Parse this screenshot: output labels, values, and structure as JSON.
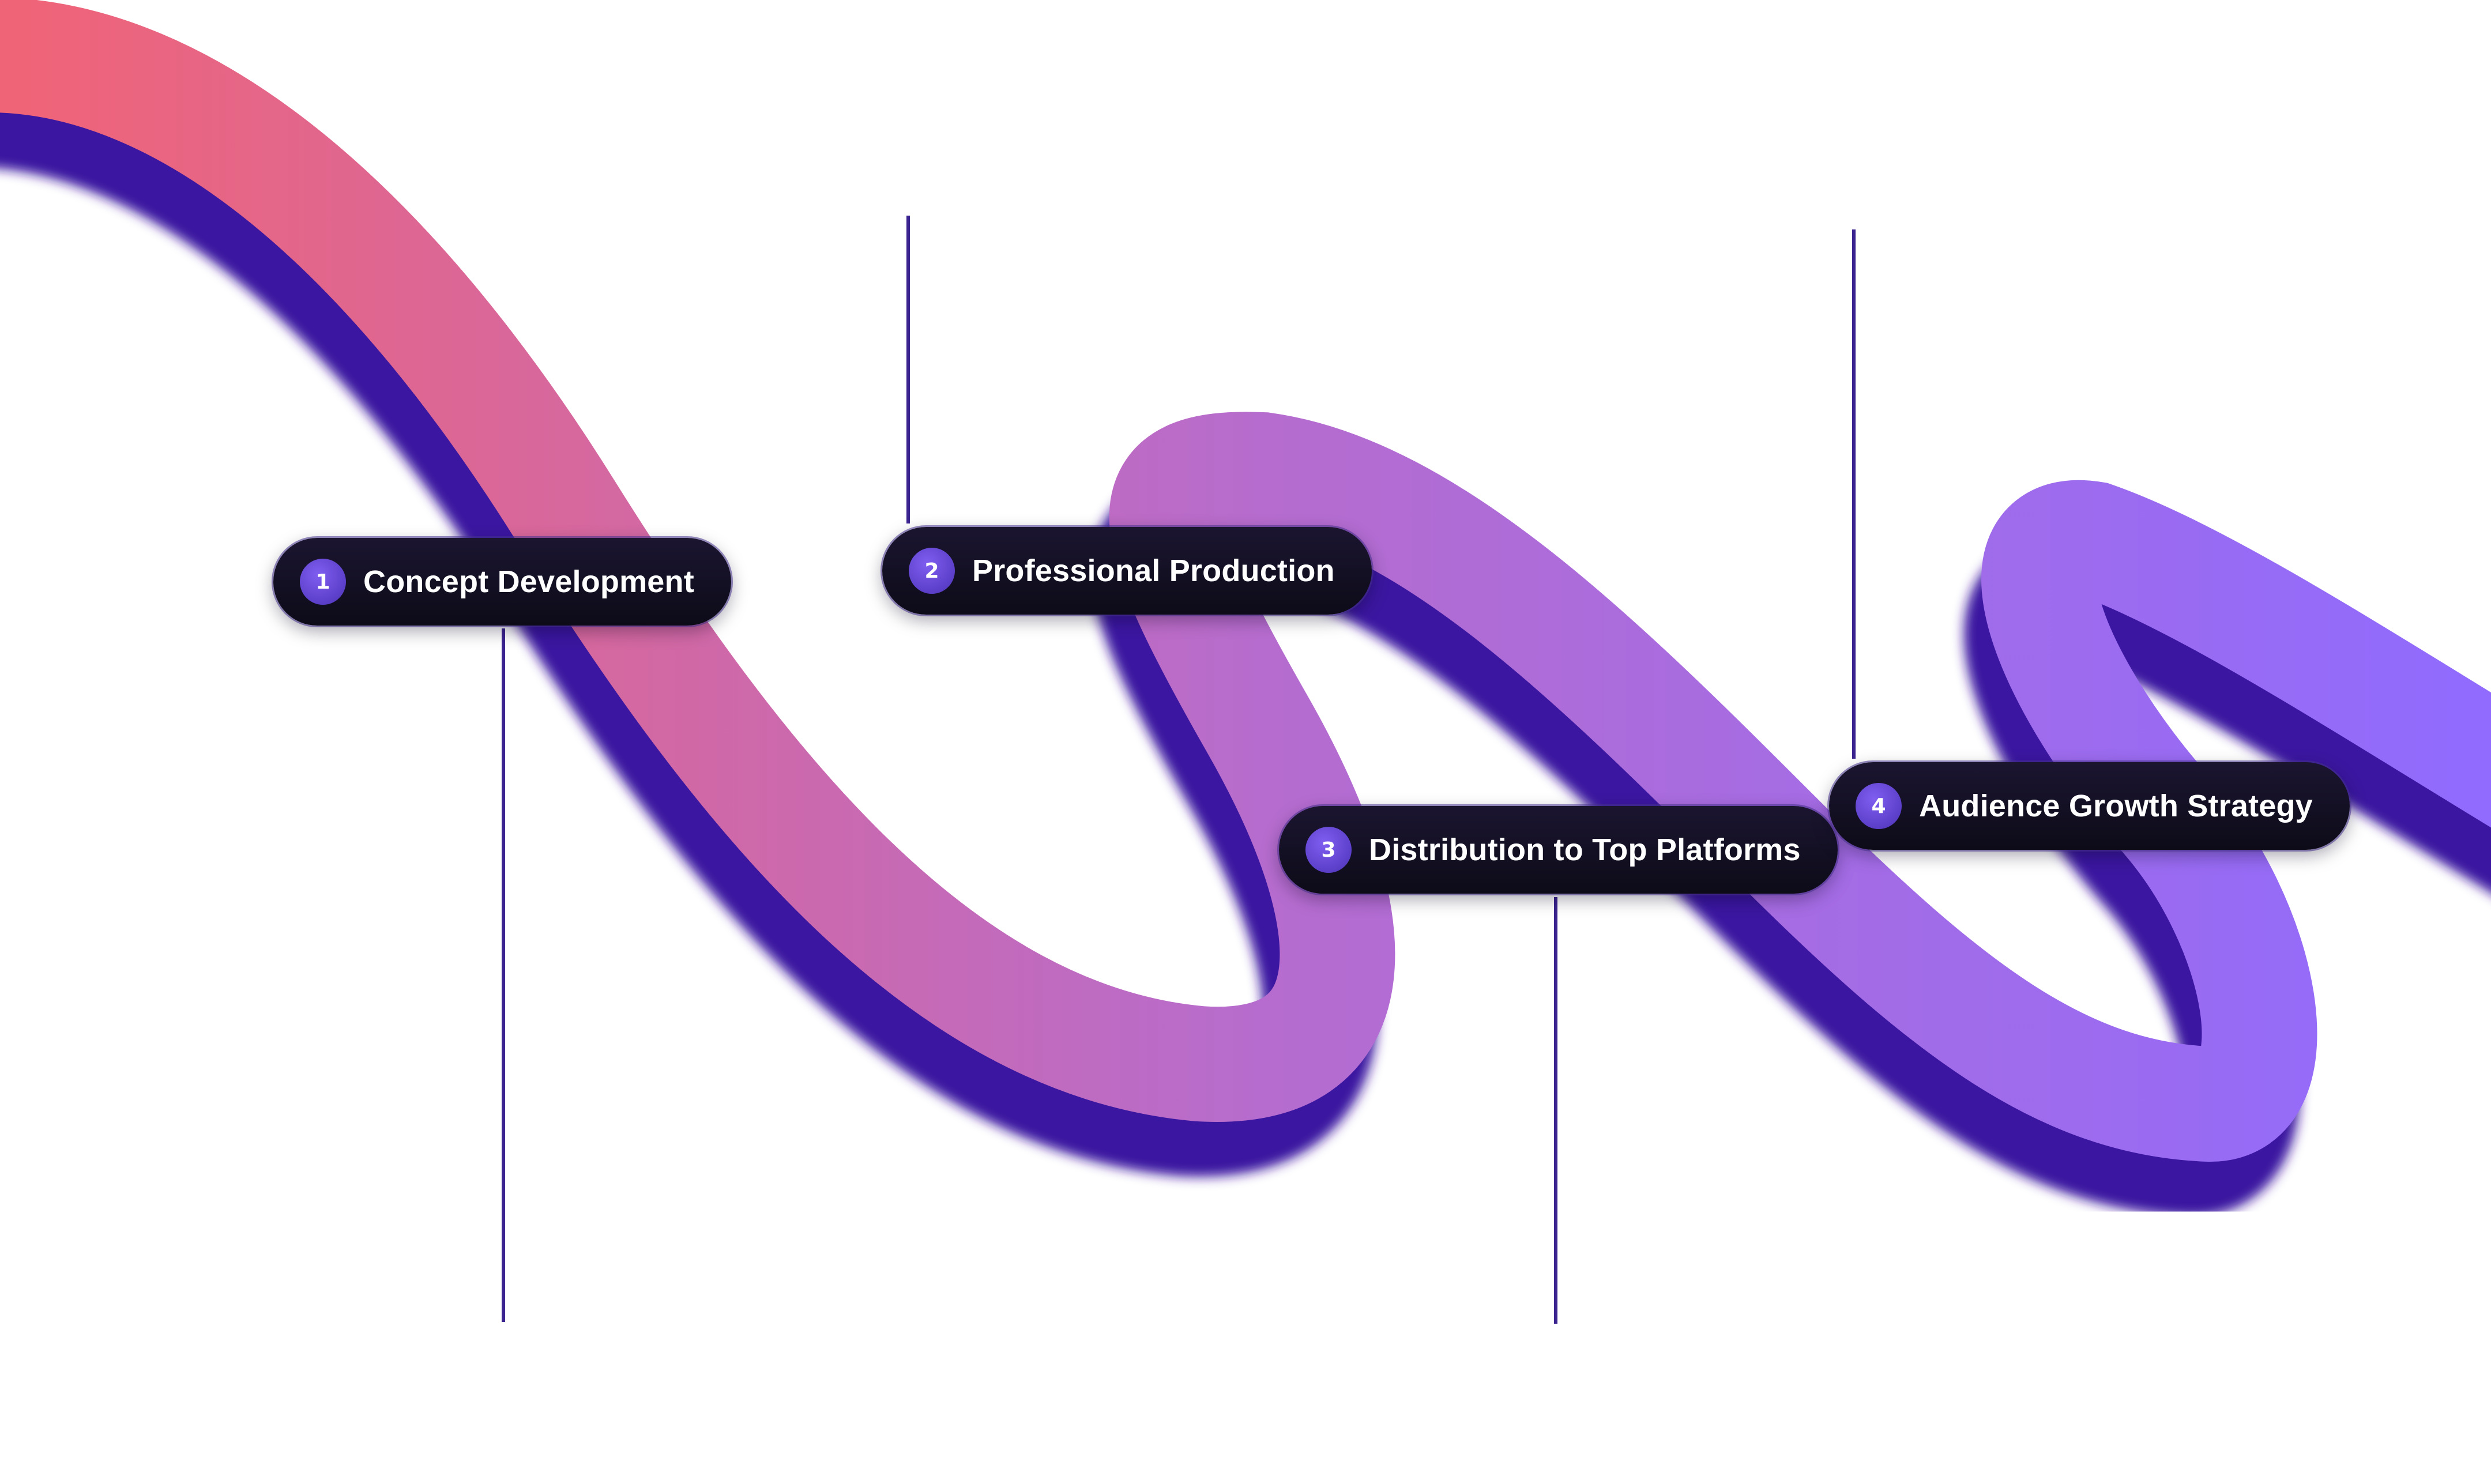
{
  "diagram": {
    "steps": [
      {
        "number": "1",
        "label": "Concept Development"
      },
      {
        "number": "2",
        "label": "Professional Production"
      },
      {
        "number": "3",
        "label": "Distribution to Top Platforms"
      },
      {
        "number": "4",
        "label": "Audience Growth Strategy"
      }
    ],
    "colors": {
      "ribbon_start": "#f06477",
      "ribbon_mid": "#b66cce",
      "ribbon_end": "#8f6bff",
      "ribbon_shadow": "#3a12a0",
      "connector": "#3b248f",
      "pill_background": "#0f0c1c",
      "badge": "#6a4be0"
    }
  }
}
